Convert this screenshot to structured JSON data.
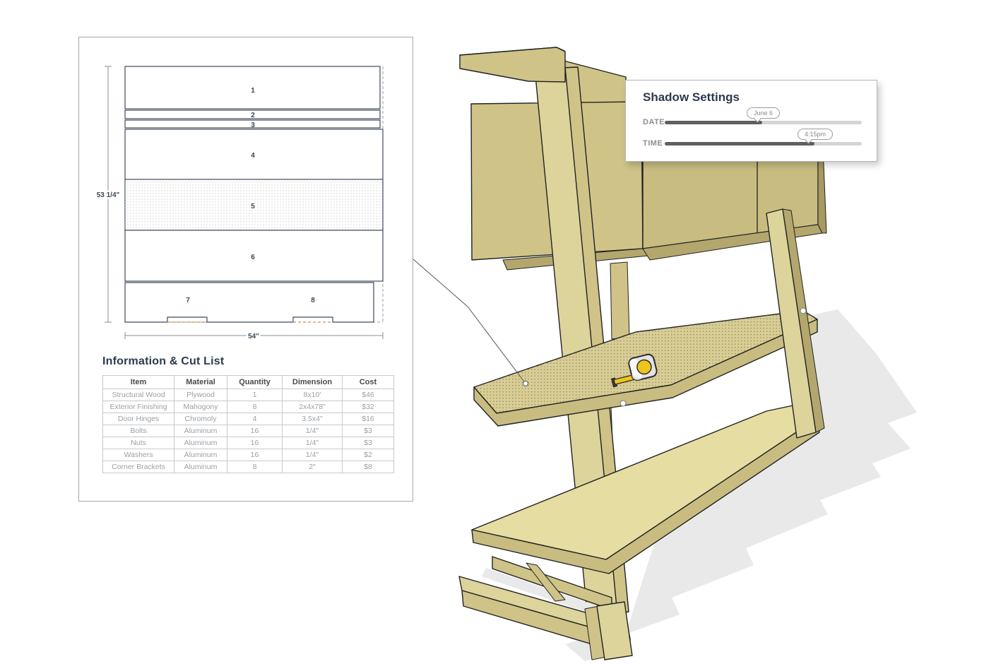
{
  "cut_sheet_panel": {
    "diagram": {
      "piece_labels": [
        "1",
        "2",
        "3",
        "4",
        "5",
        "6",
        "7",
        "8"
      ],
      "height_dimension": "53 1/4\"",
      "width_dimension": "54\""
    },
    "heading": "Information & Cut List",
    "table": {
      "headers": [
        "Item",
        "Material",
        "Quantity",
        "Dimension",
        "Cost"
      ],
      "rows": [
        [
          "Structural Wood",
          "Plywood",
          "1",
          "8x10'",
          "$46"
        ],
        [
          "Exterior Finishing",
          "Mahogony",
          "8",
          "2x4x78\"",
          "$32"
        ],
        [
          "Door Hinges",
          "Chromoly",
          "4",
          "3.5x4\"",
          "$16"
        ],
        [
          "Bolts",
          "Aluminum",
          "16",
          "1/4\"",
          "$3"
        ],
        [
          "Nuts",
          "Aluminum",
          "16",
          "1/4\"",
          "$3"
        ],
        [
          "Washers",
          "Aluminum",
          "16",
          "1/4\"",
          "$2"
        ],
        [
          "Corner Brackets",
          "Aluminum",
          "8",
          "2\"",
          "$8"
        ]
      ]
    }
  },
  "shadow_settings": {
    "title": "Shadow Settings",
    "date_label": "DATE",
    "date_value": "June 6",
    "date_percent": 49.5,
    "time_label": "TIME",
    "time_value": "4:15pm",
    "time_percent": 76
  },
  "colors": {
    "floor_shadow": "#e9e9ea",
    "wood_light": "#ddd49b",
    "wood_medium": "#cfc388",
    "wood_door": "#c8bc81",
    "wood_dark": "#b3a76e",
    "wood_edge": "#a69a60",
    "wood_pale": "#e6dda2",
    "shelf_dotted": "#d8ce95",
    "outline": "#222222",
    "accent_navy": "#2d3a4e",
    "slider_fill": "#5f5f5f",
    "slider_track": "#d4d4d4",
    "tape_yellow": "#f0c41e"
  }
}
